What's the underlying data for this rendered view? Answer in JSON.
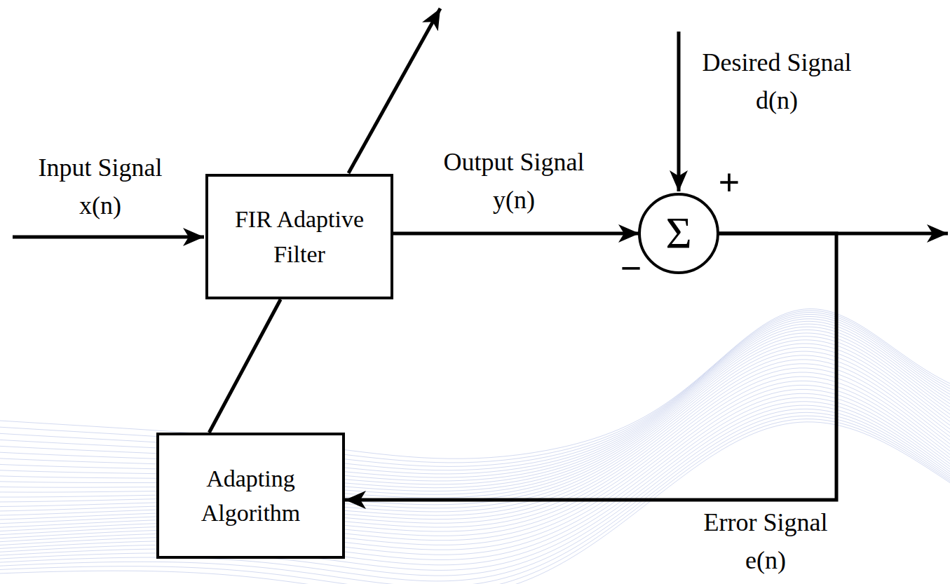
{
  "diagram": {
    "nodes": [
      {
        "text": [
          "FIR Adaptive Filter"
        ]
      },
      {
        "text": [
          "Σ"
        ]
      },
      {
        "text": [
          "Adapting Algorithm"
        ]
      }
    ],
    "edges": [
      {
        "from": 0,
        "to": 1,
        "arrow": "to",
        "label": "Output Signal y(n)"
      },
      {
        "from": 1,
        "to": 2,
        "arrow": "to",
        "label": "Error Signal e(n)"
      },
      {
        "from": 2,
        "to": 0,
        "arrow": "none"
      }
    ],
    "labels": [
      "Input Signal x(n)",
      "Desired Signal d(n)",
      "+",
      "−"
    ]
  }
}
